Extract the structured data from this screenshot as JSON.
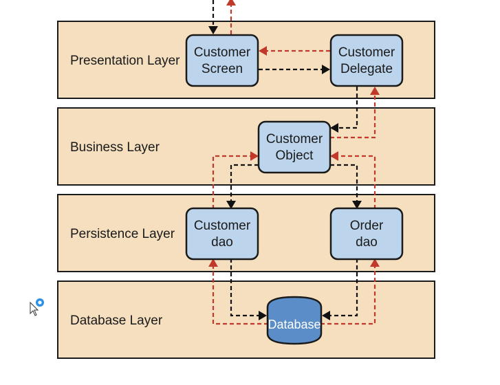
{
  "layers": [
    {
      "label": "Presentation Layer"
    },
    {
      "label": "Business Layer"
    },
    {
      "label": "Persistence Layer"
    },
    {
      "label": "Database Layer"
    }
  ],
  "components": {
    "customer_screen": [
      "Customer",
      "Screen"
    ],
    "customer_delegate": [
      "Customer",
      "Delegate"
    ],
    "customer_object": [
      "Customer",
      "Object"
    ],
    "customer_dao": [
      "Customer",
      "dao"
    ],
    "order_dao": [
      "Order",
      "dao"
    ],
    "database": "Database"
  },
  "colors": {
    "layer_fill": "#f5dfbf",
    "component_fill": "#bcd4ec",
    "database_fill": "#5b8ec8",
    "request_arrow": "#111111",
    "response_arrow": "#c0392b"
  }
}
